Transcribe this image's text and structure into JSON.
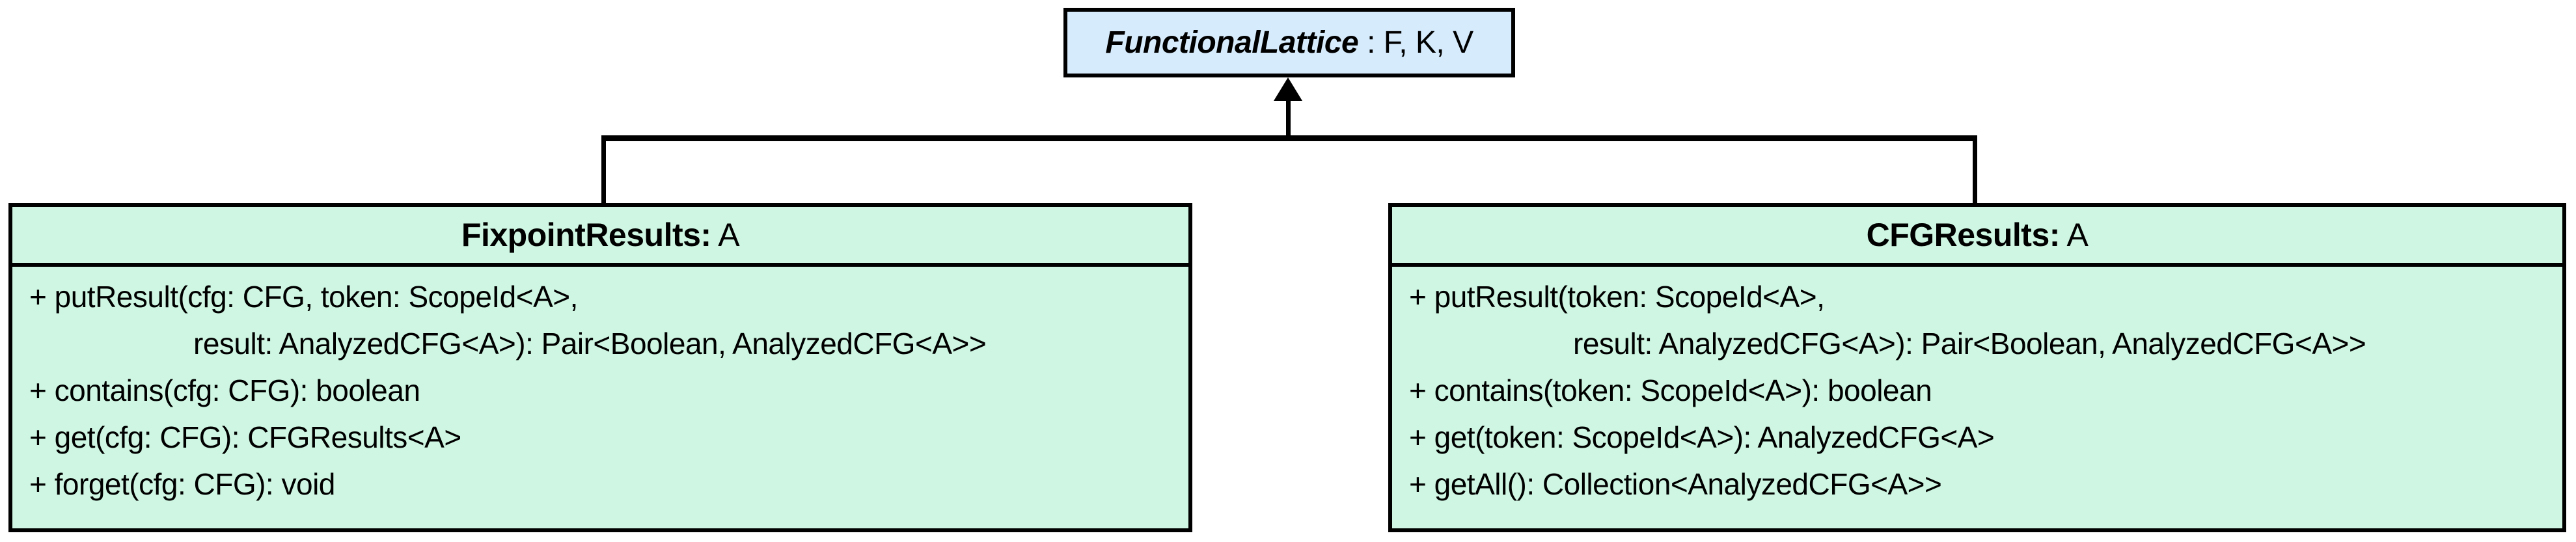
{
  "parent": {
    "name": "FunctionalLattice",
    "suffix": " : F, K, V"
  },
  "classes": [
    {
      "name": "FixpointResults:",
      "suffix": " A",
      "lines": [
        {
          "text": "+ putResult(cfg: CFG, token: ScopeId<A>,",
          "indent": false
        },
        {
          "text": "result: AnalyzedCFG<A>): Pair<Boolean, AnalyzedCFG<A>>",
          "indent": true
        },
        {
          "text": "+ contains(cfg: CFG): boolean",
          "indent": false
        },
        {
          "text": "+ get(cfg: CFG): CFGResults<A>",
          "indent": false
        },
        {
          "text": "+ forget(cfg: CFG): void",
          "indent": false
        }
      ]
    },
    {
      "name": "CFGResults:",
      "suffix": " A",
      "lines": [
        {
          "text": "+ putResult(token: ScopeId<A>,",
          "indent": false
        },
        {
          "text": "result: AnalyzedCFG<A>): Pair<Boolean, AnalyzedCFG<A>>",
          "indent": true
        },
        {
          "text": "+ contains(token: ScopeId<A>): boolean",
          "indent": false
        },
        {
          "text": "+ get(token: ScopeId<A>): AnalyzedCFG<A>",
          "indent": false
        },
        {
          "text": "+ getAll(): Collection<AnalyzedCFG<A>>",
          "indent": false
        }
      ]
    }
  ],
  "relations": [
    {
      "from": "FixpointResults",
      "to": "FunctionalLattice",
      "type": "inheritance"
    },
    {
      "from": "CFGResults",
      "to": "FunctionalLattice",
      "type": "inheritance"
    }
  ],
  "colors": {
    "parent_fill": "#d6ebfc",
    "class_fill": "#cef6e2",
    "line": "#000000"
  }
}
